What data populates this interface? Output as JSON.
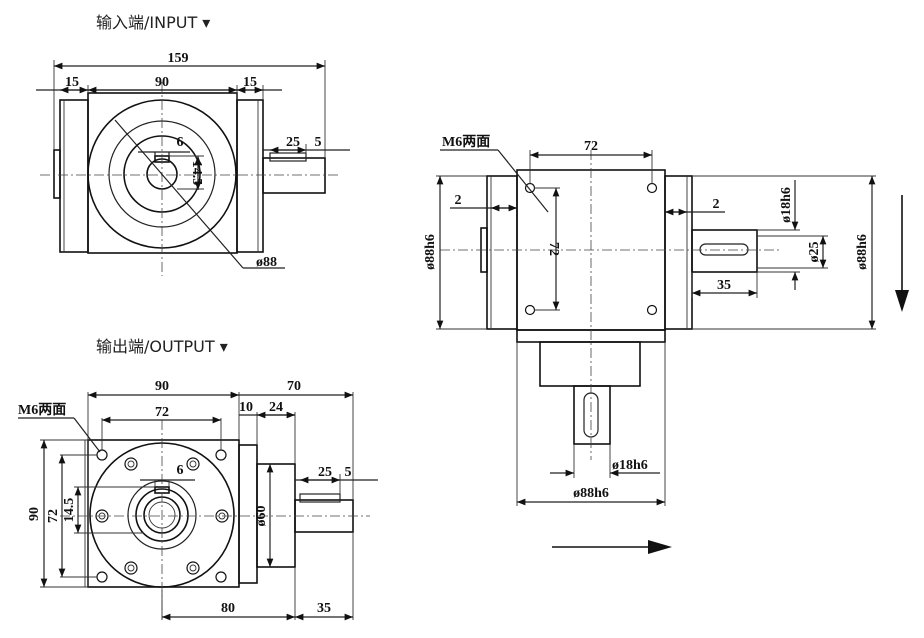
{
  "headers": {
    "input": "输入端/INPUT ▾",
    "output": "输出端/OUTPUT ▾"
  },
  "input_view": {
    "overall": "159",
    "side_left": "15",
    "body": "90",
    "side_right": "15",
    "keyway_w": "6",
    "key_height": "14.5",
    "shaft_len": "25",
    "shaft_end": "5",
    "diameter": "ø88"
  },
  "output_view": {
    "flange": "90",
    "shaft_total": "70",
    "hole_spacing": "72",
    "gap": "10",
    "boss": "24",
    "keyway_w": "6",
    "shaft_len": "25",
    "shaft_end": "5",
    "height": "90",
    "hole_spacing_v": "72",
    "key_height": "14.5",
    "pilot": "ø60",
    "bottom_width": "80",
    "shaft_ext": "35",
    "callout": "M6两面"
  },
  "side_view": {
    "callout": "M6两面",
    "hole_spacing": "72",
    "hole_spacing_v": "72",
    "offset_left": "2",
    "offset_right": "2",
    "shaft_dia": "ø18h6",
    "key_dia": "ø25",
    "key_len": "35",
    "left_dia": "ø88h6",
    "right_dia": "ø88h6",
    "bottom_shaft_dia": "ø18h6",
    "bottom_dia": "ø88h6"
  }
}
